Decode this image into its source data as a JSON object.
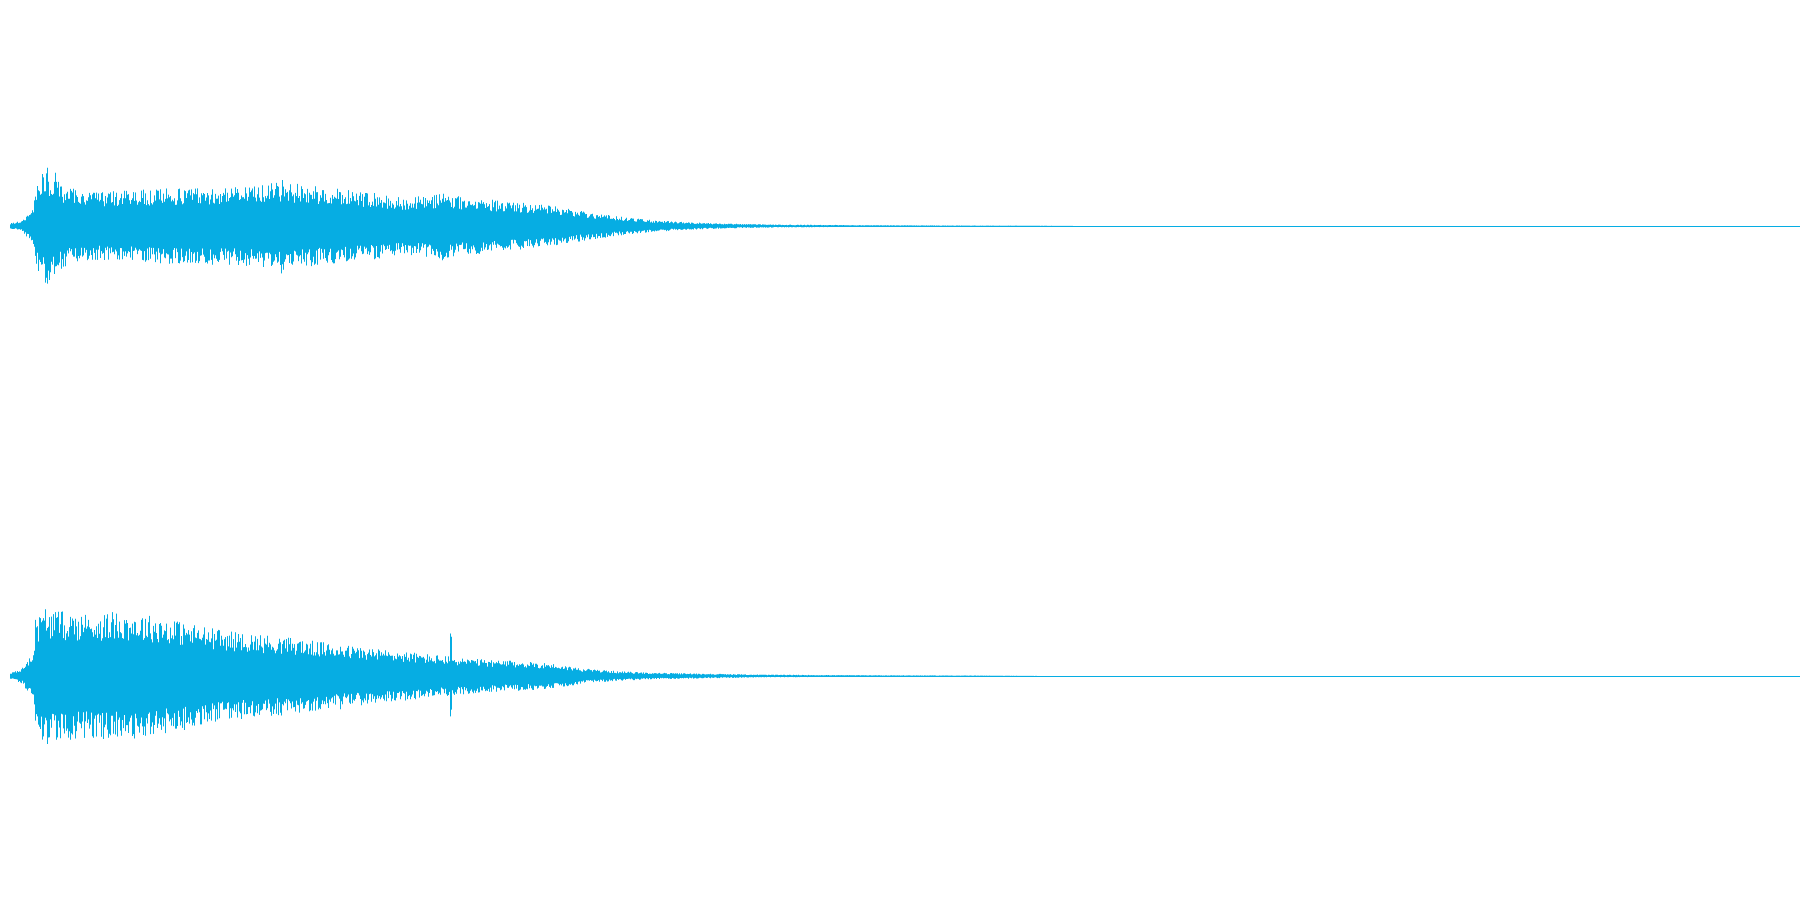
{
  "view": {
    "background": "#ffffff",
    "wave_color": "#06ade3"
  },
  "channels": [
    {
      "id": "channel-1",
      "envelope": [
        [
          0.0,
          0.03
        ],
        [
          0.007,
          0.06
        ],
        [
          0.013,
          0.22
        ],
        [
          0.014,
          0.44
        ],
        [
          0.02,
          0.62
        ],
        [
          0.025,
          0.48
        ],
        [
          0.035,
          0.4
        ],
        [
          0.05,
          0.36
        ],
        [
          0.07,
          0.38
        ],
        [
          0.09,
          0.4
        ],
        [
          0.11,
          0.41
        ],
        [
          0.13,
          0.42
        ],
        [
          0.145,
          0.46
        ],
        [
          0.16,
          0.44
        ],
        [
          0.18,
          0.4
        ],
        [
          0.2,
          0.36
        ],
        [
          0.22,
          0.3
        ],
        [
          0.24,
          0.34
        ],
        [
          0.26,
          0.3
        ],
        [
          0.28,
          0.26
        ],
        [
          0.3,
          0.22
        ],
        [
          0.32,
          0.16
        ],
        [
          0.34,
          0.1
        ],
        [
          0.36,
          0.06
        ],
        [
          0.38,
          0.04
        ],
        [
          0.4,
          0.025
        ],
        [
          0.43,
          0.015
        ],
        [
          0.47,
          0.01
        ],
        [
          0.52,
          0.006
        ],
        [
          0.56,
          0.004
        ],
        [
          0.58,
          0.002
        ],
        [
          0.6,
          0.0
        ]
      ],
      "spikes": [
        [
          0.02,
          0.62
        ],
        [
          0.025,
          0.58
        ],
        [
          0.152,
          0.5
        ],
        [
          0.16,
          0.48
        ],
        [
          0.17,
          0.45
        ],
        [
          0.242,
          0.4
        ],
        [
          0.244,
          0.36
        ],
        [
          0.272,
          0.26
        ]
      ]
    },
    {
      "id": "channel-2",
      "envelope": [
        [
          0.0,
          0.03
        ],
        [
          0.007,
          0.09
        ],
        [
          0.013,
          0.3
        ],
        [
          0.014,
          0.62
        ],
        [
          0.02,
          0.72
        ],
        [
          0.03,
          0.68
        ],
        [
          0.045,
          0.66
        ],
        [
          0.06,
          0.68
        ],
        [
          0.08,
          0.64
        ],
        [
          0.1,
          0.56
        ],
        [
          0.12,
          0.48
        ],
        [
          0.14,
          0.44
        ],
        [
          0.16,
          0.4
        ],
        [
          0.18,
          0.34
        ],
        [
          0.2,
          0.3
        ],
        [
          0.22,
          0.26
        ],
        [
          0.24,
          0.22
        ],
        [
          0.26,
          0.18
        ],
        [
          0.28,
          0.16
        ],
        [
          0.3,
          0.14
        ],
        [
          0.32,
          0.08
        ],
        [
          0.34,
          0.05
        ],
        [
          0.36,
          0.035
        ],
        [
          0.39,
          0.025
        ],
        [
          0.42,
          0.015
        ],
        [
          0.46,
          0.01
        ],
        [
          0.5,
          0.007
        ],
        [
          0.54,
          0.005
        ],
        [
          0.56,
          0.002
        ],
        [
          0.58,
          0.0
        ]
      ],
      "spikes": [
        [
          0.02,
          0.74
        ],
        [
          0.062,
          0.72
        ],
        [
          0.092,
          0.62
        ],
        [
          0.185,
          0.42
        ],
        [
          0.246,
          0.46
        ]
      ]
    }
  ]
}
